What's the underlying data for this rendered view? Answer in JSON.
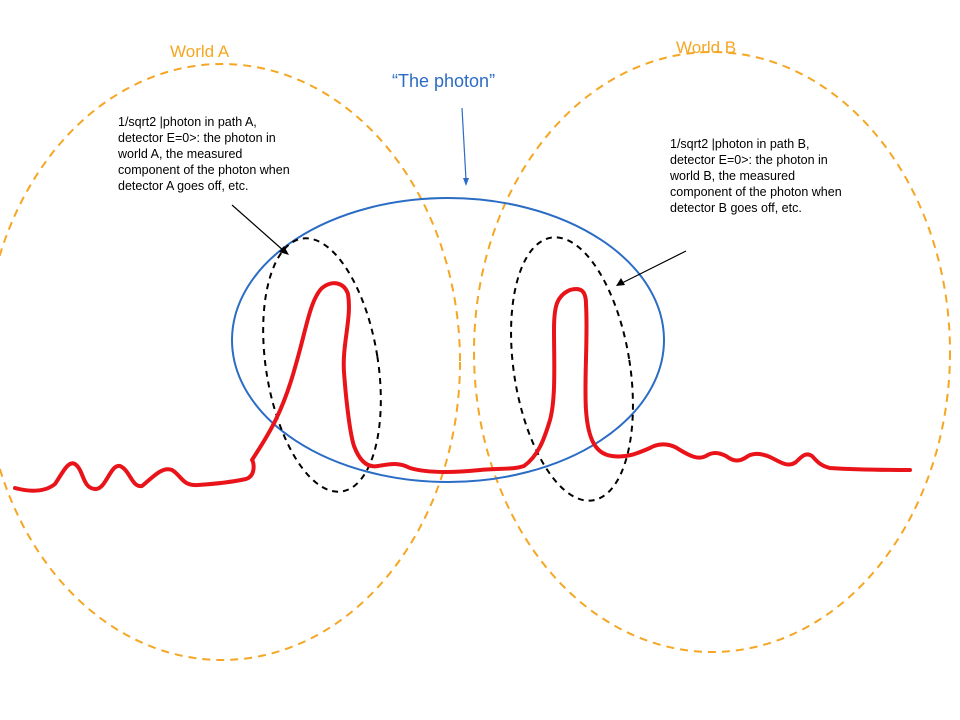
{
  "colors": {
    "world": "#F5A623",
    "photon": "#2B6CC4",
    "wave": "#E8141A",
    "component": "#000000",
    "text": "#000000"
  },
  "labels": {
    "world_a": "World A",
    "world_b": "World B",
    "photon": "“The photon”"
  },
  "annotations": {
    "a": "1/sqrt2 |photon in path A, detector E=0>: the photon in world A, the measured component of the photon when detector A goes off, etc.",
    "b": "1/sqrt2 |photon in path B, detector E=0>: the photon in world B, the measured component of the photon when detector B goes off, etc."
  }
}
